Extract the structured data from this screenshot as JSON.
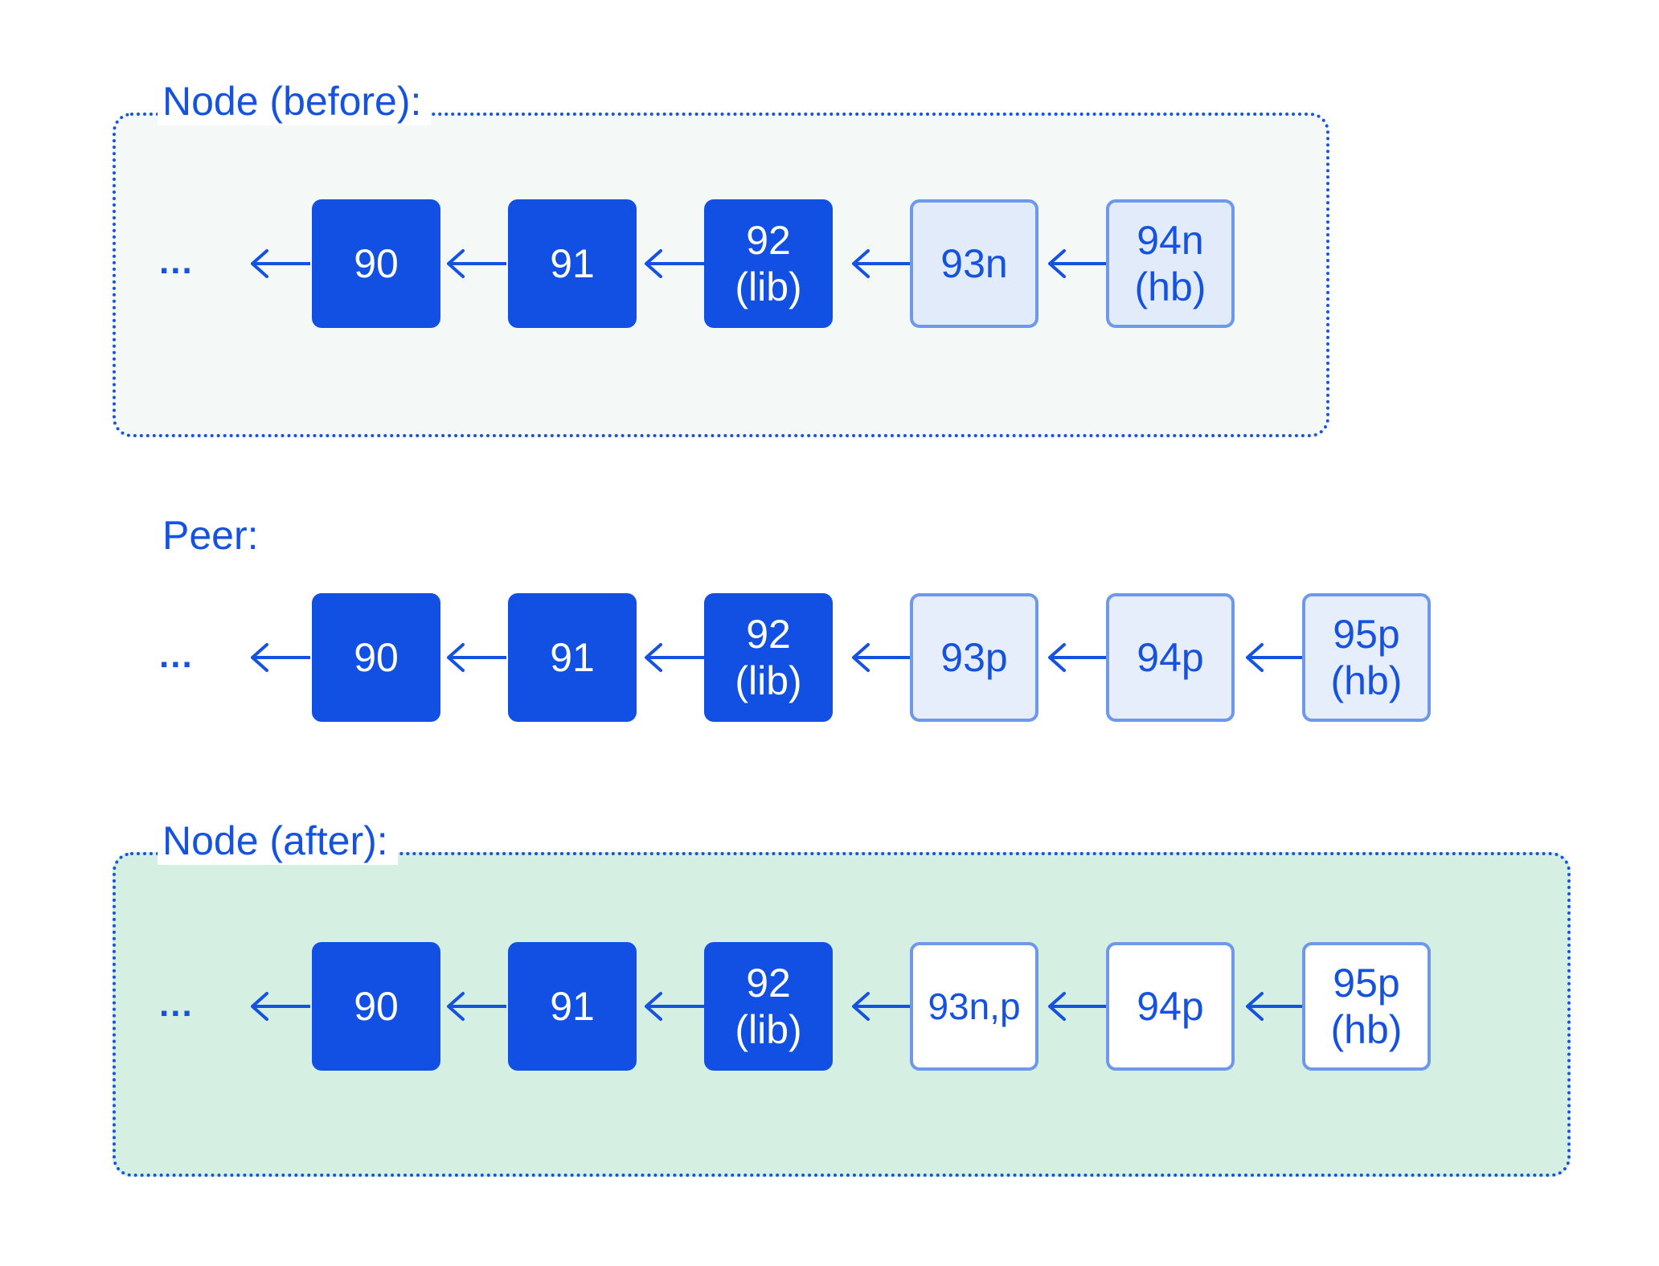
{
  "sections": {
    "before": {
      "title": "Node (before):",
      "ellipsis": "...",
      "blocks": [
        {
          "line1": "90",
          "line2": ""
        },
        {
          "line1": "91",
          "line2": ""
        },
        {
          "line1": "92",
          "line2": "(lib)"
        },
        {
          "line1": "93n",
          "line2": ""
        },
        {
          "line1": "94n",
          "line2": "(hb)"
        }
      ]
    },
    "peer": {
      "title": "Peer:",
      "ellipsis": "...",
      "blocks": [
        {
          "line1": "90",
          "line2": ""
        },
        {
          "line1": "91",
          "line2": ""
        },
        {
          "line1": "92",
          "line2": "(lib)"
        },
        {
          "line1": "93p",
          "line2": ""
        },
        {
          "line1": "94p",
          "line2": ""
        },
        {
          "line1": "95p",
          "line2": "(hb)"
        }
      ]
    },
    "after": {
      "title": "Node (after):",
      "ellipsis": "...",
      "blocks": [
        {
          "line1": "90",
          "line2": ""
        },
        {
          "line1": "91",
          "line2": ""
        },
        {
          "line1": "92",
          "line2": "(lib)"
        },
        {
          "line1": "93n,p",
          "line2": ""
        },
        {
          "line1": "94p",
          "line2": ""
        },
        {
          "line1": "95p",
          "line2": "(hb)"
        }
      ]
    }
  },
  "colors": {
    "accent": "#1652e0",
    "final_block": "#1150e3",
    "tentative_block": "#e2ebf9",
    "tentative_border": "#6e98ea",
    "before_panel_bg": "#f4f9f7",
    "after_panel_bg": "#d5f0e2"
  },
  "icons": {
    "arrow": "arrow-left-icon"
  }
}
